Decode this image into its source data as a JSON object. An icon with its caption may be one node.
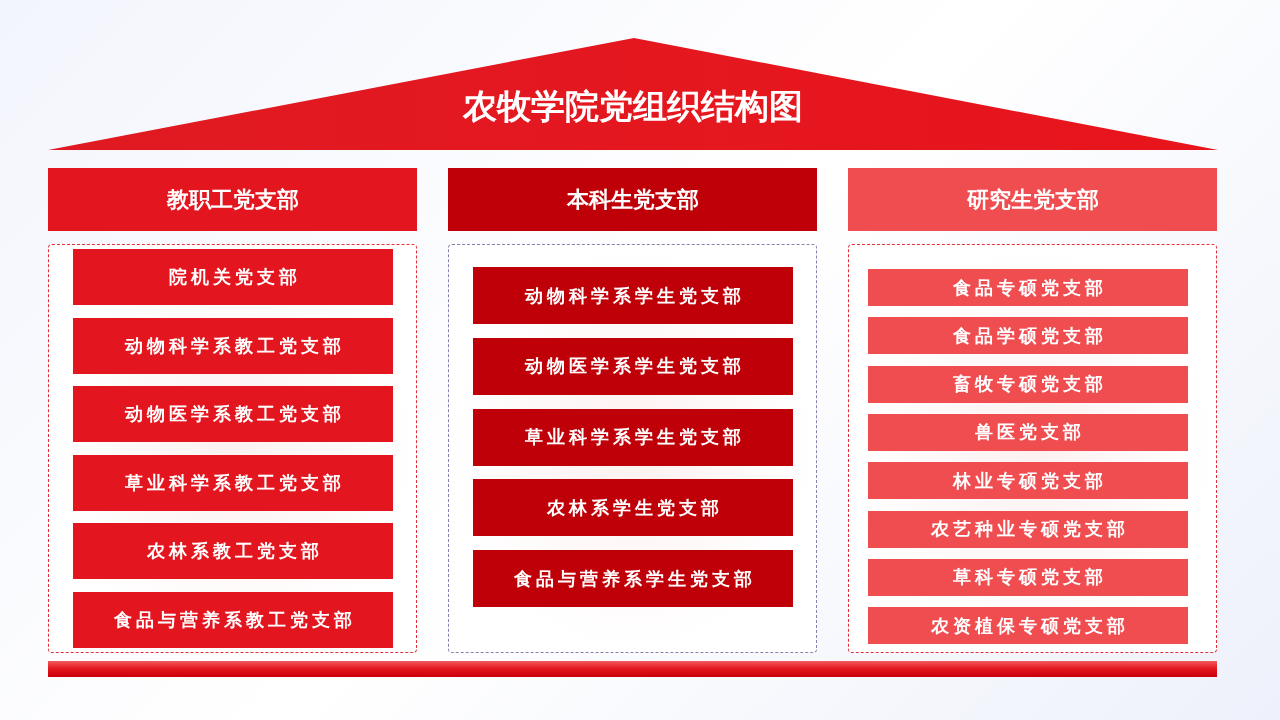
{
  "diagram": {
    "nodes": [
      {
        "text": [
          "农牧学院党组织结构图"
        ]
      },
      {
        "text": [
          "教职工党支部"
        ]
      },
      {
        "text": [],
        "shape": "box"
      },
      {
        "text": [
          "院机关党支部"
        ],
        "in": 2
      },
      {
        "text": [
          "动物科学系教工党支部"
        ],
        "in": 2
      },
      {
        "text": [
          "动物医学系教工党支部"
        ],
        "in": 2
      },
      {
        "text": [
          "草业科学系教工党支部"
        ],
        "in": 2
      },
      {
        "text": [
          "农林系教工党支部"
        ],
        "in": 2
      },
      {
        "text": [
          "食品与营养系教工党支部"
        ],
        "in": 2
      },
      {
        "text": [
          "本科生党支部"
        ]
      },
      {
        "text": [],
        "shape": "box"
      },
      {
        "text": [
          "动物科学系学生党支部"
        ],
        "in": 10
      },
      {
        "text": [
          "动物医学系学生党支部"
        ],
        "in": 10
      },
      {
        "text": [
          "草业科学系学生党支部"
        ],
        "in": 10
      },
      {
        "text": [
          "农林系学生党支部"
        ],
        "in": 10
      },
      {
        "text": [
          "食品与营养系学生党支部"
        ],
        "in": 10
      },
      {
        "text": [
          "研究生党支部"
        ]
      },
      {
        "text": [],
        "shape": "box"
      },
      {
        "text": [
          "食品专硕党支部"
        ],
        "in": 17
      },
      {
        "text": [
          "食品学硕党支部"
        ],
        "in": 17
      },
      {
        "text": [
          "畜牧专硕党支部"
        ],
        "in": 17
      },
      {
        "text": [
          "兽医党支部"
        ],
        "in": 17
      },
      {
        "text": [
          "林业专硕党支部"
        ],
        "in": 17
      },
      {
        "text": [
          "农艺种业专硕党支部"
        ],
        "in": 17
      },
      {
        "text": [
          "草科专硕党支部"
        ],
        "in": 17
      },
      {
        "text": [
          "农资植保专硕党支部"
        ],
        "in": 17
      },
      {
        "text": [],
        "shape": "bar"
      }
    ]
  }
}
